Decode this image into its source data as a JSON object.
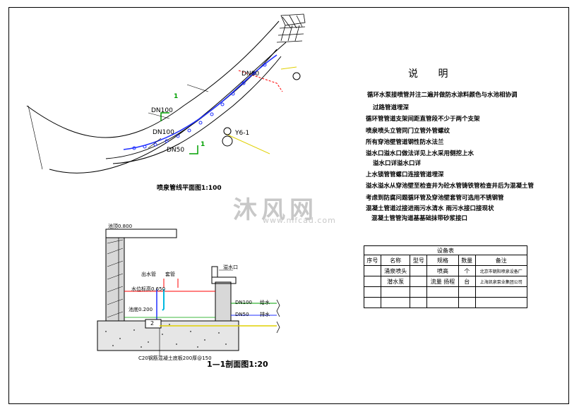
{
  "plan": {
    "caption": "喷泉管线平面图1:100",
    "labels": {
      "dn100_a": "DN100",
      "dn100_b": "DN100",
      "dn50": "DN50",
      "y6": "Y6-1",
      "dn80": "DN80",
      "mark_1a": "1",
      "mark_1b": "1"
    }
  },
  "notes": {
    "title": "说 明",
    "items": [
      "循环水泵接喷管并注二遍并做防水涂料颜色与水池相协调",
      "过路管道埋深",
      "循环管管道支架间距直管段不少于两个支架",
      "喷泉喷头立管同门立管外管螺纹",
      "所有穿池壁管道钢性防水法兰",
      "溢水口溢水口做法详见上水采用侧挖上水",
      "溢水口详溢水口详",
      "上水锁管管螺口连接管道埋深",
      "溢水溢水从穿池壁至检查井为砼水管铸铁管检查井后为混凝土管",
      "考虑到防腐问题循环管及穿池壁套管可选用不锈钢管",
      "混凝土管道过接进雨污水清水   雨污水接口接现状",
      "混凝土管管沟道基基础抹带砂浆接口"
    ]
  },
  "section": {
    "caption": "1—1剖面图1:20",
    "labels": {
      "top_elev": "池顶0.800",
      "water_level": "水位标高0.650",
      "bottom": "池底0.200",
      "overflow": "溢水口",
      "dn100": "DN100",
      "dn50": "DN50",
      "supply": "给水",
      "drain": "排水",
      "pump": "2",
      "pipe_note": "C20钢筋混凝土底板200厚@150",
      "sleeve": "套管",
      "pipe_up": "出水管"
    }
  },
  "equipment_table": {
    "title": "设备表",
    "headers": [
      "序号",
      "名称",
      "型号",
      "规格",
      "数量",
      "备注"
    ],
    "rows": [
      [
        "",
        "涌泉喷头",
        "",
        "喷高",
        "个",
        "北京市朝阳喷泉设备厂"
      ],
      [
        "",
        "潜水泵",
        "",
        "流量 扬程",
        "台",
        "上海凯泉泵业集团公司"
      ],
      [
        "",
        "",
        "",
        "",
        "",
        ""
      ],
      [
        "",
        "",
        "",
        "",
        "",
        ""
      ]
    ]
  },
  "watermark": {
    "text": "沐风网",
    "url": "www.mfcad.com"
  },
  "colors": {
    "pipe_blue": "#2030ff",
    "pipe_red": "#ff0000",
    "green": "#00a000",
    "yellow": "#e0d000",
    "cyan": "#00b8e0"
  }
}
